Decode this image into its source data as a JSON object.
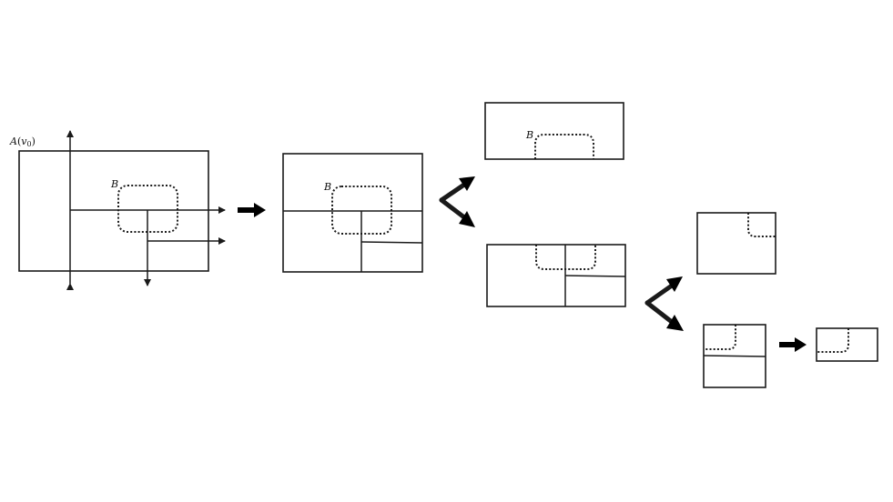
{
  "labels": {
    "region_a": "A",
    "region_a_paren_open": "(",
    "region_a_v": "v",
    "region_a_sub": "0",
    "region_a_paren_close": ")",
    "region_b": "B"
  }
}
